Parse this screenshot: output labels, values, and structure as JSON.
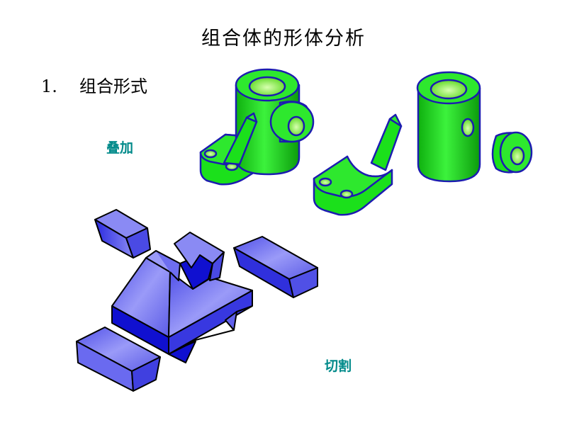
{
  "slide": {
    "title": "组合体的形体分析",
    "section_number": "1.",
    "section_title": "组合形式"
  },
  "labels": {
    "stacking": "叠加",
    "cutting": "切割"
  },
  "colors": {
    "green_fill": "#1be01b",
    "green_light": "#9dff6a",
    "green_outline": "#1c1cb0",
    "blue_fill": "#7b7bf0",
    "blue_dark": "#1010d0",
    "label_teal": "#008a8a"
  }
}
